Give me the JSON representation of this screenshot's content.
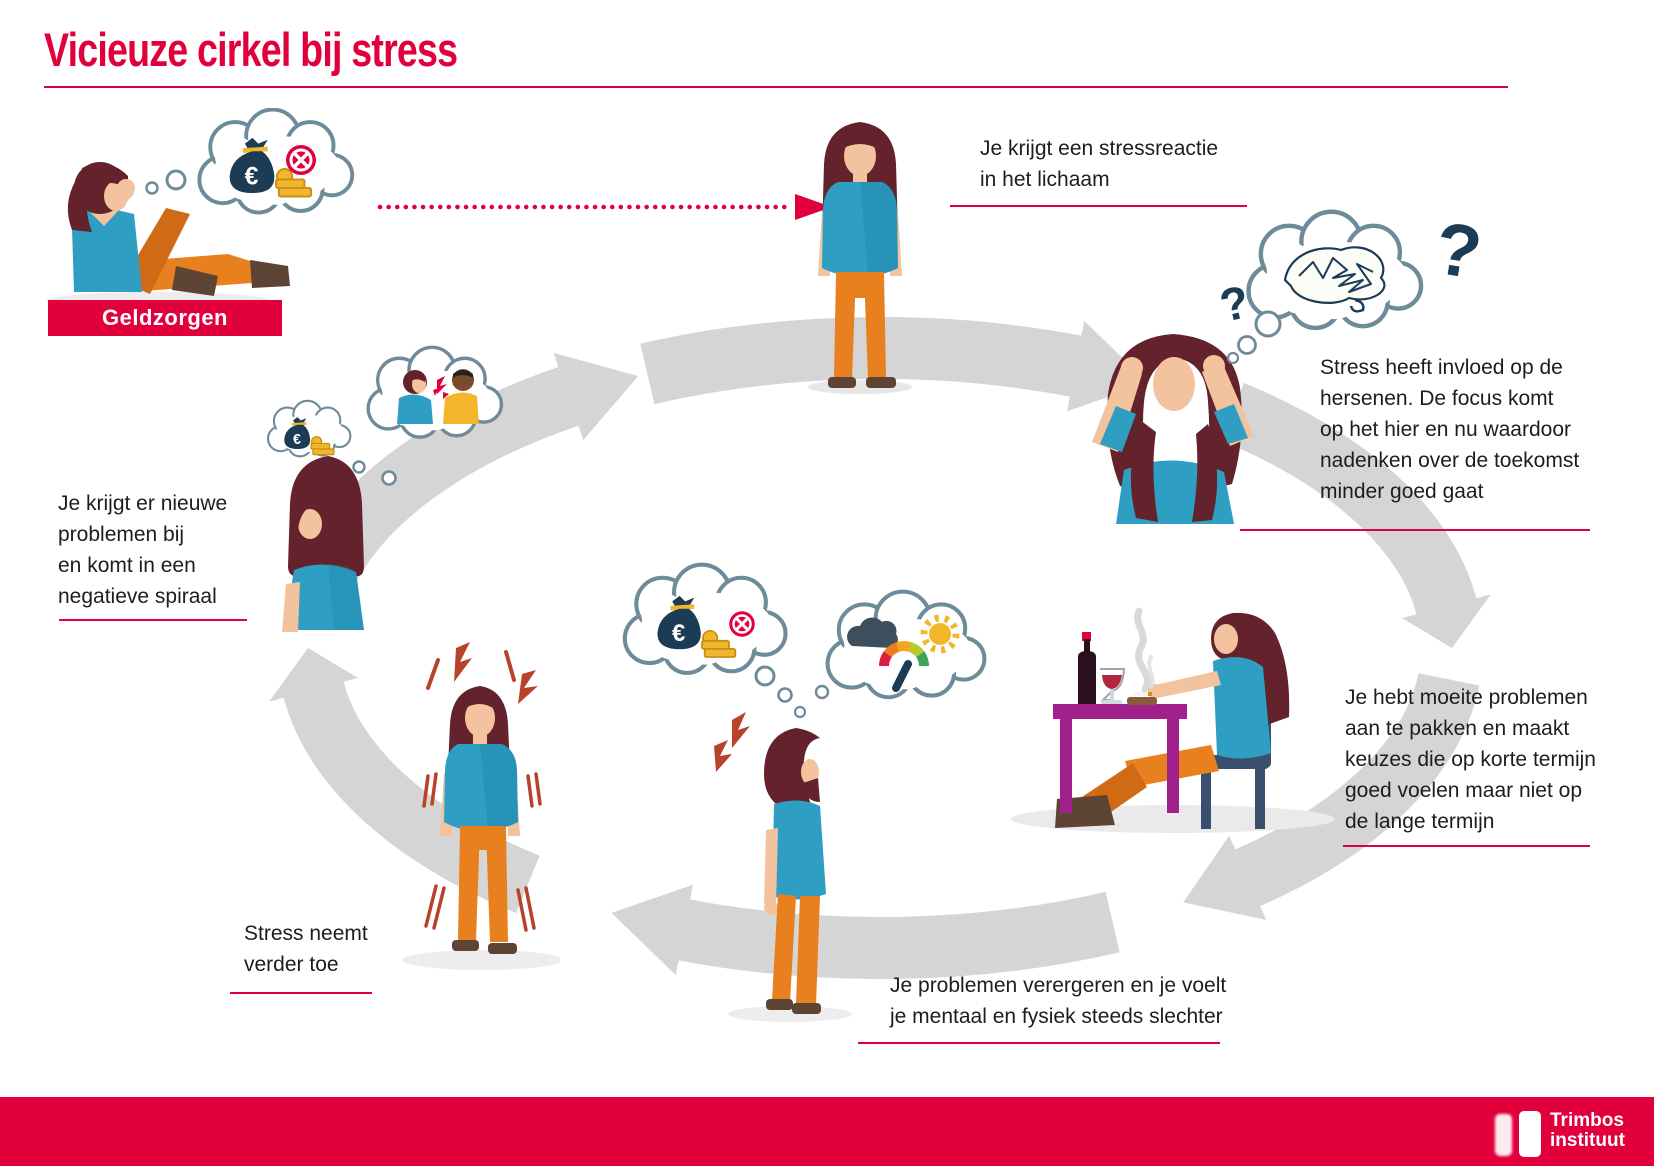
{
  "title": "Vicieuze cirkel bij stress",
  "trigger": {
    "label": "Geldzorgen"
  },
  "steps": [
    {
      "name": "stressreactie",
      "text": "Je krijgt een stressreactie\nin het lichaam"
    },
    {
      "name": "hersenen",
      "text": "Stress heeft invloed op de\nhersenen. De focus komt\nop het hier en nu waardoor\nnadenken over de toekomst\nminder goed gaat"
    },
    {
      "name": "korte-termijn-keuzes",
      "text": "Je hebt moeite problemen\naan te pakken en maakt\nkeuzes die op korte termijn\ngoed voelen maar niet op\nde lange termijn"
    },
    {
      "name": "verergeren",
      "text": "Je problemen verergeren en je voelt\nje mentaal en fysiek steeds slechter"
    },
    {
      "name": "stress-neemt-toe",
      "text": "Stress neemt\nverder toe"
    },
    {
      "name": "negatieve-spiraal",
      "text": "Je krijgt er nieuwe\nproblemen bij\nen komt in een\nnegatieve spiraal"
    }
  ],
  "footer": {
    "brand_line1": "Trimbos",
    "brand_line2": "instituut"
  },
  "icons": {
    "euro_symbol": "€",
    "question_mark_small": "?",
    "question_mark_large": "?",
    "money_worries": "money-bag-with-coins-and-no-money-sign",
    "argument": "two-people-arguing",
    "brain_chaos": "scribbled-brain",
    "dark_cloud": "dark-cloud",
    "sun": "sun",
    "mood_gauge": "red-to-green-gauge",
    "wine_and_cigarette": "wine-bottle-glass-ashtray"
  },
  "colors": {
    "red": "#e2003c",
    "teal": "#2e9fc2",
    "tealdark": "#1f85ab",
    "orange": "#e8801f",
    "orangedark": "#d06a15",
    "hair": "#63222c",
    "skin": "#f3c29e",
    "navy": "#1c3b54",
    "slate": "#6e8b9a",
    "gold": "#f2b62c",
    "golddark": "#c98f12",
    "magenta": "#a0208c",
    "chair": "#3a4e6e",
    "ring": "#d5d5d5",
    "ink": "#1d1d1d",
    "shoe": "#5e4435",
    "alarm": "#b8432c"
  }
}
